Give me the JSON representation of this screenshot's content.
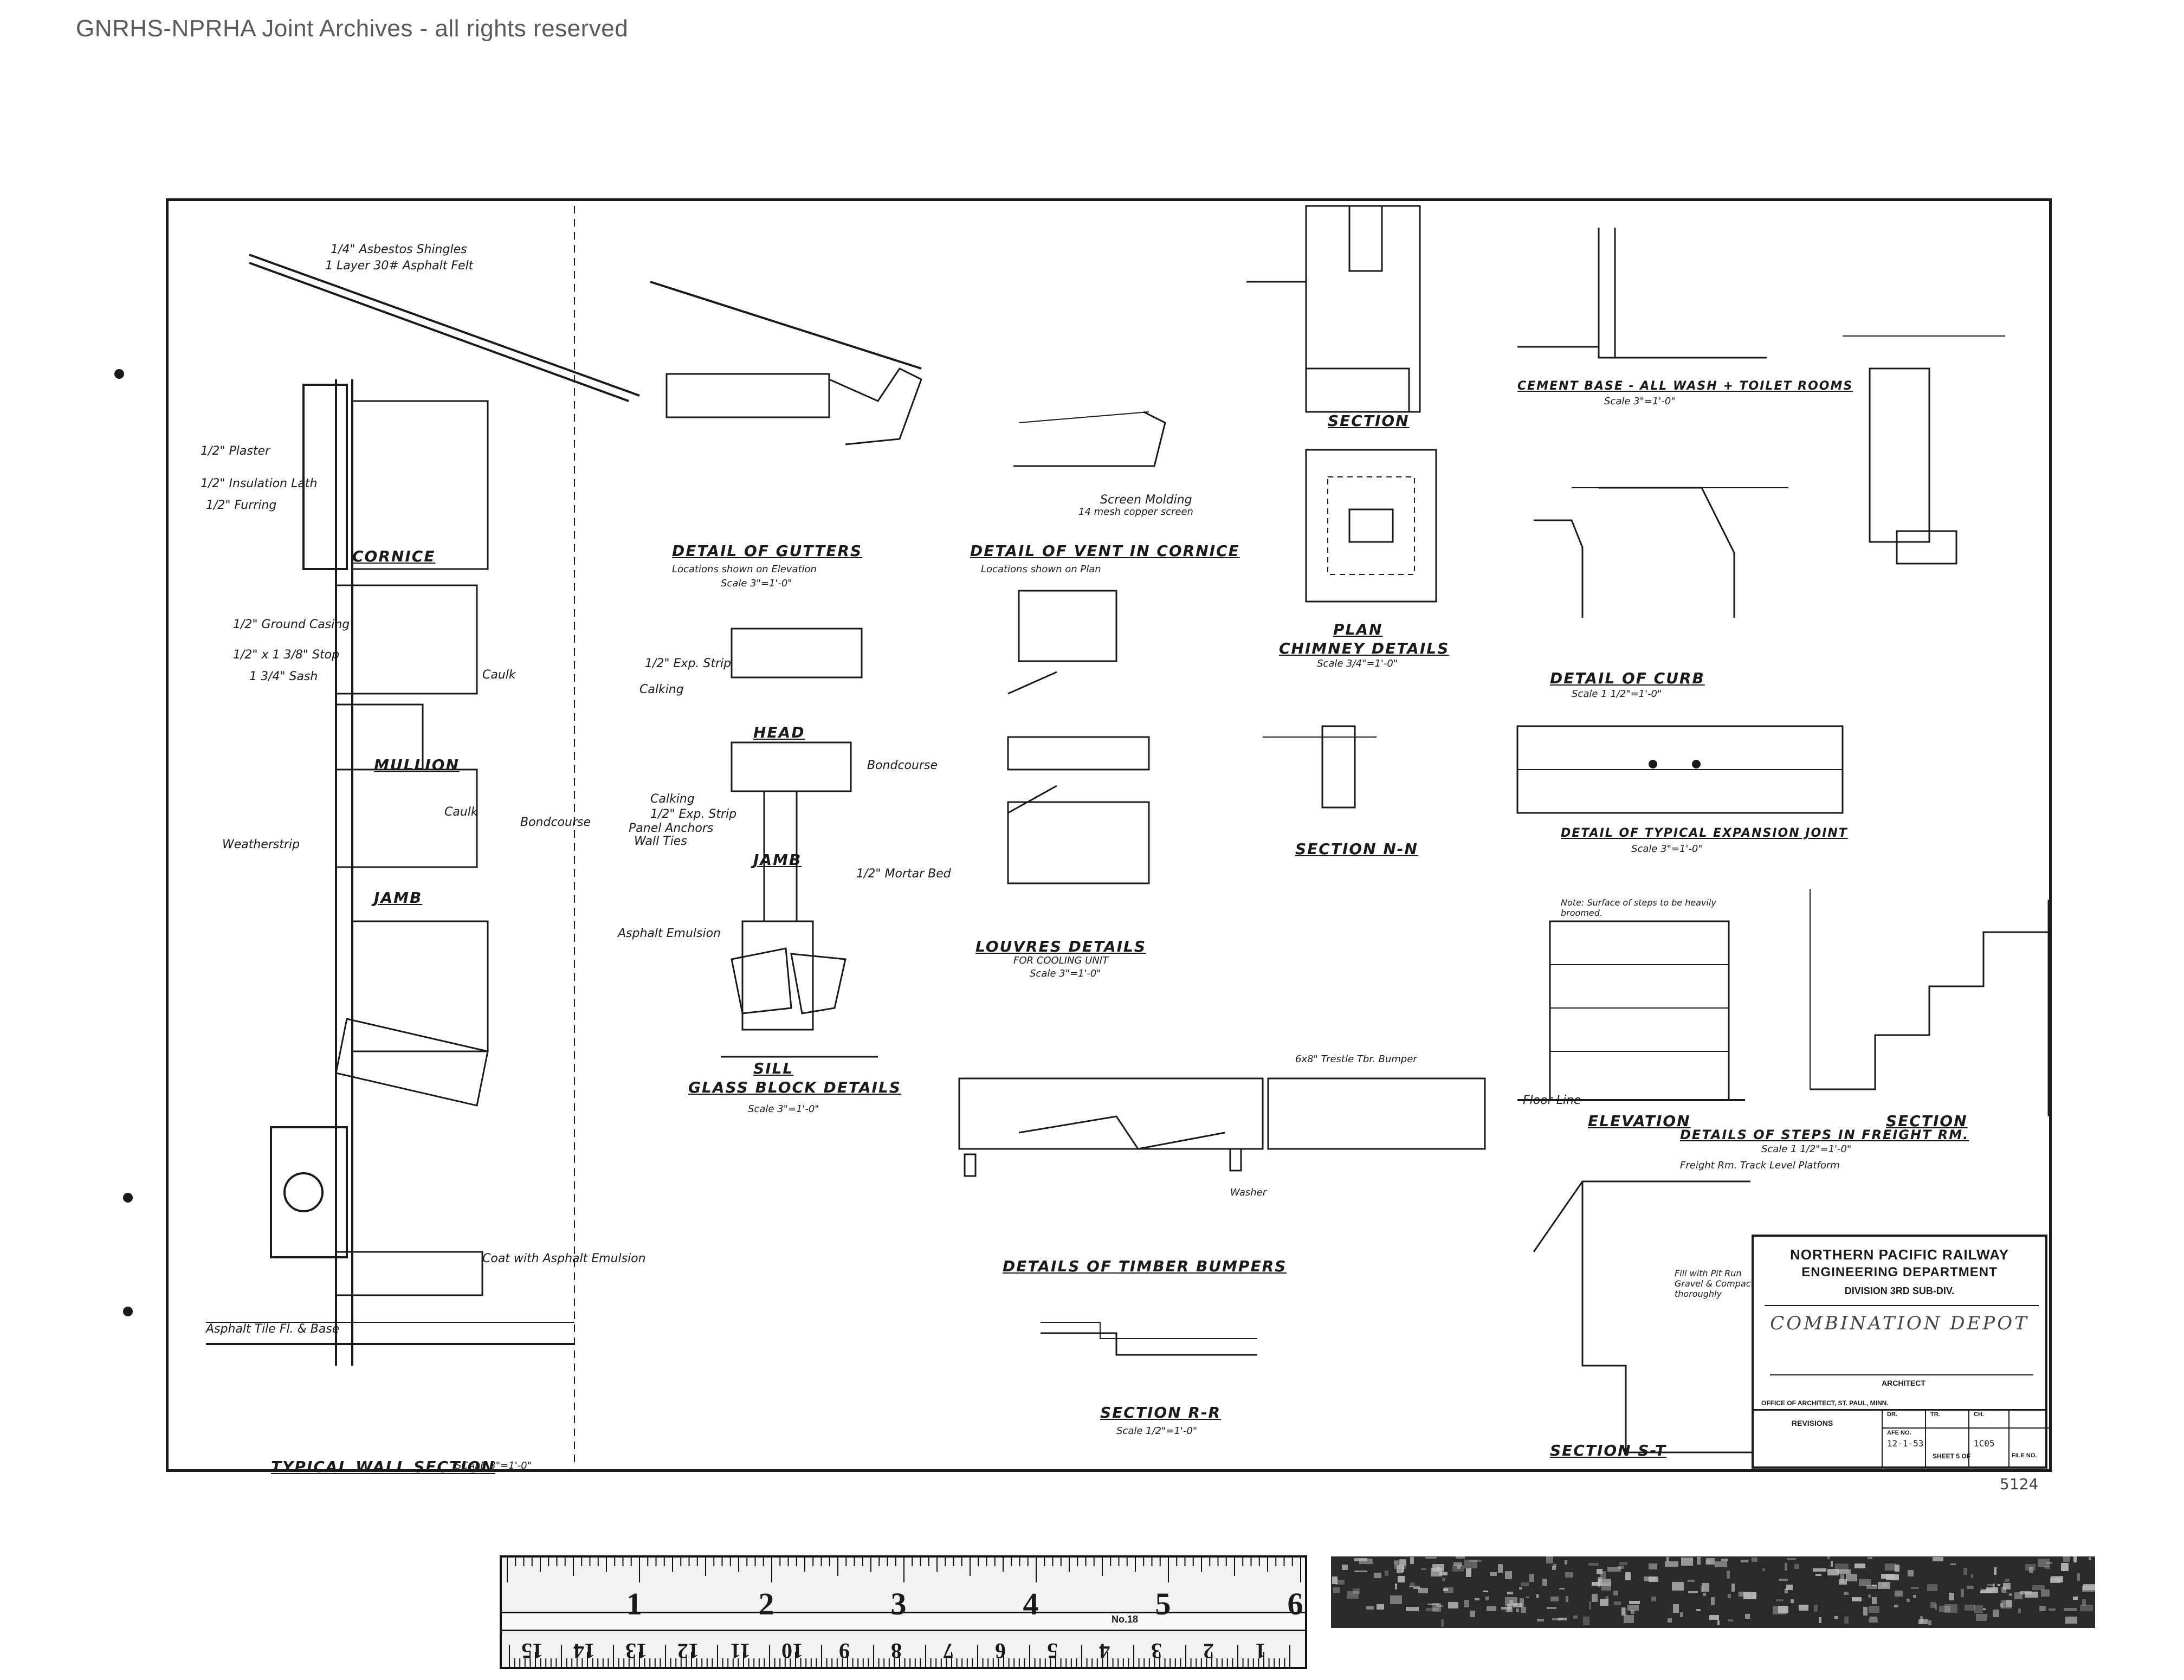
{
  "watermark": "GNRHS-NPRHA Joint Archives - all rights reserved",
  "details": {
    "cornice": "CORNICE",
    "jamb": "JAMB",
    "mullion": "MULLION",
    "typical_wall": "TYPICAL WALL SECTION",
    "typical_wall_scale": "SCALE 3\"=1'-0\"",
    "gutters": "DETAIL OF GUTTERS",
    "gutters_note": "Locations shown on Elevation",
    "gutters_scale": "Scale 3\"=1'-0\"",
    "vent": "DETAIL OF VENT IN CORNICE",
    "vent_note": "Locations shown on Plan",
    "head": "HEAD",
    "jamb2": "JAMB",
    "sill": "SILL",
    "glass_block": "GLASS BLOCK DETAILS",
    "glass_scale": "Scale 3\"=1'-0\"",
    "louvres": "LOUVRES DETAILS",
    "louvres_note": "FOR COOLING UNIT",
    "louvres_scale": "Scale 3\"=1'-0\"",
    "timber": "DETAILS OF TIMBER BUMPERS",
    "section_rr": "SECTION R-R",
    "section_rr_scale": "Scale 1/2\"=1'-0\"",
    "chimney": "CHIMNEY DETAILS",
    "chimney_plan": "PLAN",
    "chimney_section": "SECTION",
    "chimney_scale": "Scale 3/4\"=1'-0\"",
    "section_nn": "SECTION N-N",
    "cement_base": "CEMENT BASE - ALL WASH + TOILET ROOMS",
    "cement_base_scale": "Scale 3\"=1'-0\"",
    "curb": "DETAIL OF CURB",
    "curb_scale": "Scale 1 1/2\"=1'-0\"",
    "expansion": "DETAIL OF TYPICAL EXPANSION JOINT",
    "expansion_scale": "Scale 3\"=1'-0\"",
    "steps": "DETAILS OF STEPS IN FREIGHT RM.",
    "steps_scale": "Scale 1 1/2\"=1'-0\"",
    "elevation": "ELEVATION",
    "section": "SECTION",
    "section_st": "SECTION S-T"
  },
  "notes": {
    "asbestos": "1/4\" Asbestos Shingles",
    "felt": "1 Layer 30# Asphalt Felt",
    "plaster": "1/2\" Plaster",
    "insulation": "1/2\" Insulation Lath",
    "furring": "1/2\" Furring",
    "ground_casing": "1/2\" Ground Casing",
    "stop": "1/2\" x 1 3/8\" Stop",
    "sash": "1 3/4\" Sash",
    "weatherstrip": "Weatherstrip",
    "caulk": "Caulk",
    "bondcourse": "Bondcourse",
    "calking": "Calking",
    "exp_strip": "1/2\" Exp. Strip",
    "panel_anchors": "Panel Anchors",
    "wall_ties": "Wall Ties",
    "mortar_bed": "1/2\" Mortar Bed",
    "asphalt_emulsion": "Asphalt Emulsion",
    "coat": "Coat with Asphalt Emulsion",
    "asphalt_tile": "Asphalt Tile Fl. & Base",
    "screen": "Screen Molding",
    "mesh": "14 mesh copper screen",
    "trestle": "6x8\" Trestle Tbr. Bumper",
    "washer": "Washer",
    "floor_line": "Floor Line",
    "freight": "Freight Rm. Track Level Platform",
    "fill": "Fill with Pit Run Gravel & Compact thoroughly",
    "surface": "Note: Surface of steps to be heavily broomed."
  },
  "title_block": {
    "company": "NORTHERN PACIFIC RAILWAY",
    "department": "ENGINEERING DEPARTMENT",
    "division": "DIVISION 3RD SUB-DIV.",
    "project": "COMBINATION DEPOT",
    "architect": "ARCHITECT",
    "office": "OFFICE OF ARCHITECT, ST. PAUL, MINN.",
    "revisions": "REVISIONS",
    "dr": "DR.",
    "tr": "TR.",
    "ch": "CH.",
    "date": "12-1-53",
    "file_no": "1C05",
    "sheet": "SHEET 5 OF",
    "afe": "AFE NO.",
    "file": "FILE NO."
  },
  "sheet_mark": "5124",
  "ruler": {
    "inches": [
      "1",
      "2",
      "3",
      "4",
      "5",
      "6"
    ],
    "cm": [
      "1",
      "2",
      "3",
      "4",
      "5",
      "6",
      "7",
      "8",
      "9",
      "10",
      "11",
      "12",
      "13",
      "14",
      "15"
    ],
    "model": "No.18"
  }
}
